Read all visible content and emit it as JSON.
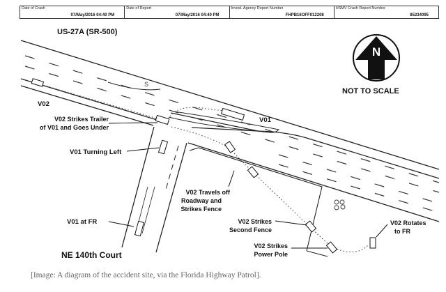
{
  "header": {
    "fields": [
      {
        "label": "Date of Crash",
        "value": "07/May/2016 04:40 PM"
      },
      {
        "label": "Date of Report",
        "value": "07/May/2016 04:40 PM"
      },
      {
        "label": "Invest. Agency Report Number",
        "value": "FHPB16OFF012208"
      },
      {
        "label": "HSMV Crash Report Number",
        "value": "85234095"
      }
    ]
  },
  "diagram": {
    "road_title": "US-27A (SR-500)",
    "north_letter": "N",
    "scale_note": "NOT TO SCALE",
    "road_marking": "S",
    "street_name": "NE 140th Court",
    "labels": {
      "v02": "V02",
      "v01": "V01",
      "strikes_trailer_1": "V02 Strikes Trailer",
      "strikes_trailer_2": "of V01 and Goes Under",
      "turning_left": "V01 Turning Left",
      "travels_off_1": "V02 Travels off",
      "travels_off_2": "Roadway and",
      "travels_off_3": "Strikes Fence",
      "v01_at_fr": "V01 at FR",
      "second_fence_1": "V02 Strikes",
      "second_fence_2": "Second Fence",
      "power_pole_1": "V02 Strikes",
      "power_pole_2": "Power Pole",
      "rotates_1": "V02 Rotates",
      "rotates_2": "to FR"
    }
  },
  "caption": "[Image: A diagram of the accident site, via the Florida Highway Patrol]."
}
